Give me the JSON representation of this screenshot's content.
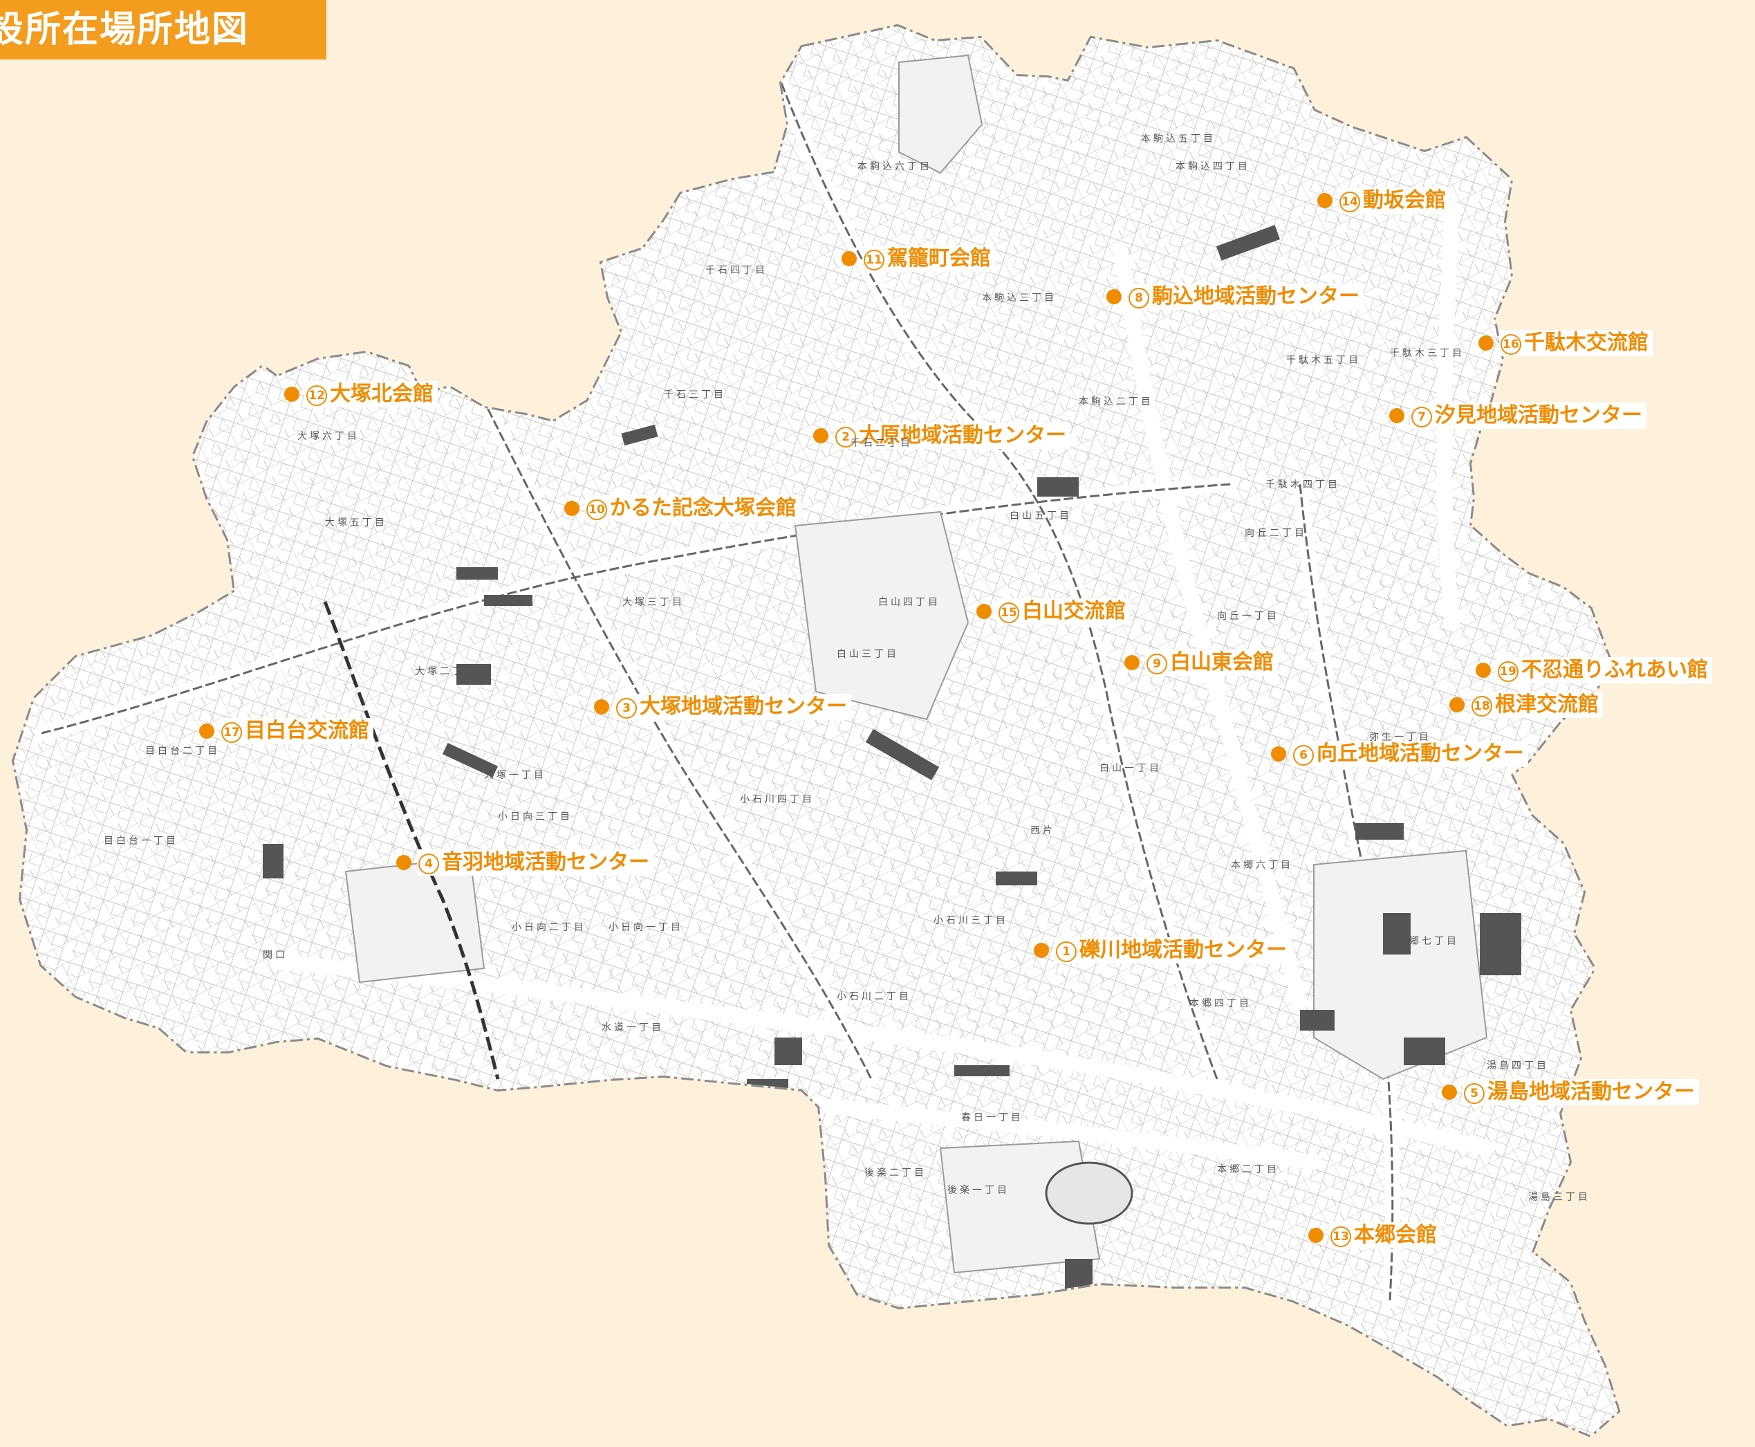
{
  "title": "設所在場所地図",
  "colors": {
    "background": "#fdf1dc",
    "title_bar": "#f39c1e",
    "marker": "#f08c00",
    "map_fill": "#ffffff"
  },
  "locations": [
    {
      "number": "1",
      "name": "礫川地域活動センター"
    },
    {
      "number": "2",
      "name": "大原地域活動センター"
    },
    {
      "number": "3",
      "name": "大塚地域活動センター"
    },
    {
      "number": "4",
      "name": "音羽地域活動センター"
    },
    {
      "number": "5",
      "name": "湯島地域活動センター"
    },
    {
      "number": "6",
      "name": "向丘地域活動センター"
    },
    {
      "number": "7",
      "name": "汐見地域活動センター"
    },
    {
      "number": "8",
      "name": "駒込地域活動センター"
    },
    {
      "number": "9",
      "name": "白山東会館"
    },
    {
      "number": "10",
      "name": "かるた記念大塚会館"
    },
    {
      "number": "11",
      "name": "駕籠町会館"
    },
    {
      "number": "12",
      "name": "大塚北会館"
    },
    {
      "number": "13",
      "name": "本郷会館"
    },
    {
      "number": "14",
      "name": "動坂会館"
    },
    {
      "number": "15",
      "name": "白山交流館"
    },
    {
      "number": "16",
      "name": "千駄木交流館"
    },
    {
      "number": "17",
      "name": "目白台交流館"
    },
    {
      "number": "18",
      "name": "根津交流館"
    },
    {
      "number": "19",
      "name": "不忍通りふれあい館"
    }
  ],
  "district_labels": [
    "本駒込六丁目",
    "本駒込五丁目",
    "本駒込四丁目",
    "本駒込三丁目",
    "本駒込二丁目",
    "千石四丁目",
    "千石三丁目",
    "千石二丁目",
    "千駄木五丁目",
    "千駄木四丁目",
    "千駄木三丁目",
    "大塚六丁目",
    "大塚五丁目",
    "大塚三丁目",
    "大塚二丁目",
    "大塚一丁目",
    "白山五丁目",
    "白山四丁目",
    "白山三丁目",
    "白山一丁目",
    "向丘二丁目",
    "向丘一丁目",
    "目白台二丁目",
    "目白台一丁目",
    "関口",
    "小日向三丁目",
    "小日向二丁目",
    "小日向一丁目",
    "小石川四丁目",
    "小石川三丁目",
    "小石川二丁目",
    "西片",
    "弥生一丁目",
    "本郷六丁目",
    "本郷七丁目",
    "本郷四丁目",
    "本郷二丁目",
    "湯島四丁目",
    "湯島三丁目",
    "水道一丁目",
    "春日一丁目",
    "後楽一丁目",
    "後楽二丁目"
  ]
}
